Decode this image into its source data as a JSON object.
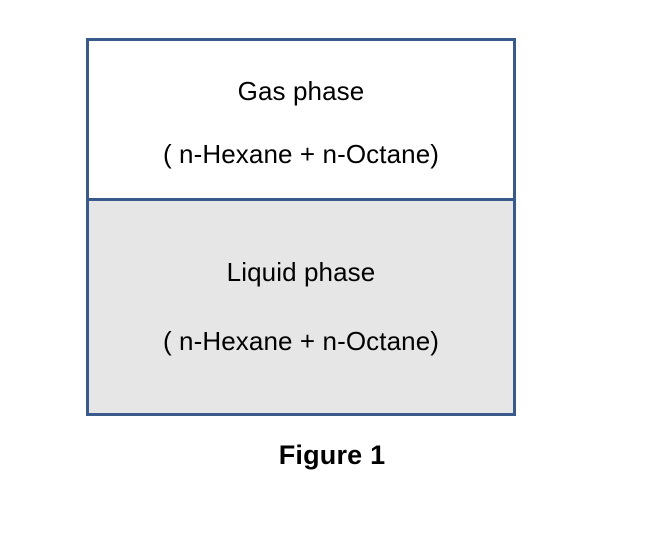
{
  "figure": {
    "caption": "Figure 1",
    "border_color": "#3b5a8c",
    "text_color": "#000000",
    "canvas_background": "#ffffff"
  },
  "diagram": {
    "type": "vapor-liquid-equilibrium-vessel",
    "compartments": [
      {
        "id": "gas",
        "title": "Gas phase",
        "formula": "( n-Hexane + n-Octane)",
        "fill_color": "#ffffff"
      },
      {
        "id": "liquid",
        "title": "Liquid phase",
        "formula": "( n-Hexane + n-Octane)",
        "fill_color": "#e6e6e6"
      }
    ]
  }
}
